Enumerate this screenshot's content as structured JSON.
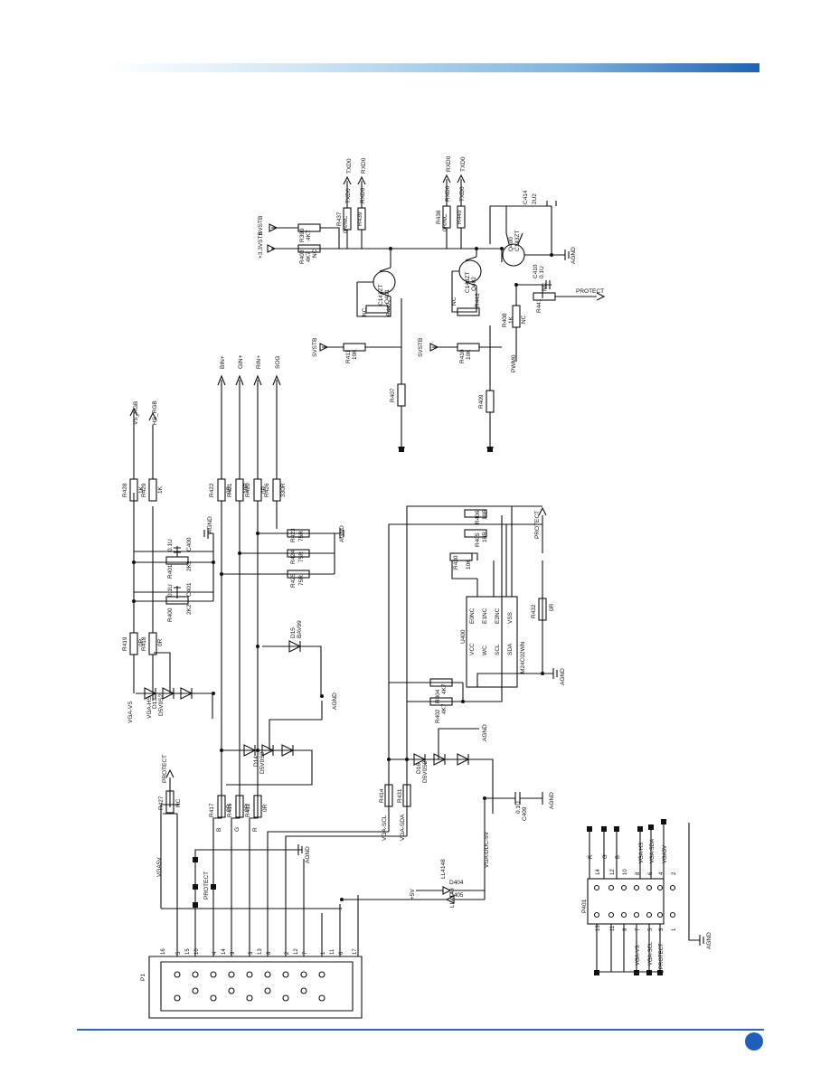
{
  "labels": {
    "p1": "P1",
    "p401": "P401",
    "vga5v": "VGA5V",
    "protect": "PROTECT",
    "agnd": "AGND",
    "plus5v": "+5V",
    "d404": "D404",
    "ll4148": "LL4148",
    "d405": "D405",
    "vga_ddc_5v": "VGA-DDC-5V",
    "vga_scl": "VGA-SCL",
    "vga_sda": "VGA-SDA",
    "vga_vs": "VGA-VS",
    "vga_hs": "VGA-HS",
    "vs_rgb": "VS_RGB",
    "hs_rgb": "HS_RGB",
    "bin": "BIN+",
    "gin": "GIN+",
    "rin": "RIN+",
    "sog": "SOG",
    "svstb": "SVSTB",
    "plus33vstb": "+3.3VSTB",
    "pwm0": "PWM0",
    "rxd0": "RXD0",
    "txd0": "TXD0",
    "d13": "D13",
    "d14": "D14",
    "d15": "D15",
    "d16": "D16",
    "d5v0s2": "D5V0S2",
    "bav99": "BAV99",
    "bav99b": "BAV99",
    "u400": "U400",
    "m24c02wn": "M24C02WN",
    "q401": "Q401",
    "q402": "Q402",
    "q400": "Q400",
    "c1431": "C143ZT",
    "c1432": "C143ZT",
    "c143z": "C143ZT",
    "c400": "C400",
    "c401": "C401",
    "c409": "C409",
    "c410": "C410",
    "c414": "C414",
    "v2u2": "2U2",
    "v01u_a": "0.1U",
    "v01u_b": "0.1U",
    "v01u_c": "0.1U",
    "v01u_d": "0.1U",
    "r428": "R428",
    "r429": "R429",
    "r422": "R422",
    "r421": "R421",
    "r420": "R420",
    "r426": "R426",
    "r419": "R419",
    "r418": "R418",
    "r400": "R400",
    "r401": "R401",
    "r425": "R425",
    "r424": "R424",
    "r423": "R423",
    "r427": "R427",
    "r417": "R417",
    "r416": "R416",
    "r412": "R412",
    "r414": "R414",
    "r431": "R431",
    "r402": "R402",
    "r404": "R404",
    "r430": "R430",
    "r405": "R405",
    "r406": "R406",
    "r432": "R432",
    "r407": "R407",
    "r409": "R409",
    "r411": "R411",
    "r410": "R410",
    "r408": "R408",
    "r442": "R442",
    "r443": "R443",
    "r441": "R441",
    "r437": "R437",
    "r438": "R438",
    "r439": "R439",
    "r440": "R440",
    "r403": "R403",
    "r390": "R390",
    "v1k_a": "1K",
    "v1k_b": "1K",
    "v1k_c": "1K",
    "v10r": "10R",
    "v10r_b": "10R",
    "v10r_c": "10R",
    "v330r": "330R",
    "v0r_a": "0R",
    "v0r_b": "0R",
    "v0r_c": "0R",
    "v0r_d": "0R",
    "v0r_e": "0R",
    "v0r_f": "0R",
    "v0r_g": "0R",
    "v0r_h": "0R",
    "v2k2_a": "2K2",
    "v2k2_b": "2K2",
    "v75r_a": "75R",
    "v75r_b": "75R",
    "v75r_c": "75R",
    "v4k7_a": "4K7",
    "v4k7_b": "4K7",
    "v4k7_c": "4K7",
    "v4k7_d": "4K7",
    "v10k_a": "10K",
    "v10k_b": "10K",
    "v10k_c": "10K",
    "nc_a": "NC",
    "nc_b": "NC",
    "nc_c": "NC",
    "nc_d": "NC",
    "nc_e": "NC",
    "nc_f": "NC",
    "v0rnc_a": "0R/NC",
    "v0rnc_b": "0R/NC",
    "pin_vcc": "VCC",
    "pin_wc": "WC",
    "pin_scl": "SCL",
    "pin_sda": "SDA",
    "pin_e0": "E0NC",
    "pin_e1": "E1NC",
    "pin_e2": "E2NC",
    "pin_vss": "VSS",
    "sig_r": "R",
    "sig_g": "G",
    "sig_b": "B",
    "p401_left": [
      "13",
      "11",
      "9",
      "7",
      "5",
      "3",
      "1"
    ],
    "p401_right": [
      "14",
      "12",
      "10",
      "8",
      "6",
      "4",
      "2"
    ],
    "p401_sig_right": [
      "R",
      "G",
      "B",
      "",
      "VGA-HS",
      "VGA-SDA",
      "VGA5V"
    ],
    "p401_sig_left": [
      "",
      "",
      "",
      "",
      "VGA-VS",
      "VGA-SCL",
      "PROTECT"
    ],
    "p1_pins": [
      "16",
      "5",
      "15",
      "10",
      "4",
      "14",
      "9",
      "3",
      "13",
      "8",
      "2",
      "12",
      "7",
      "1",
      "11",
      "6",
      "17"
    ]
  },
  "colors": {
    "header_start": "#cfe6f4",
    "header_end": "#1f63b4",
    "footer": "#2b66b8",
    "ink": "#111111"
  }
}
